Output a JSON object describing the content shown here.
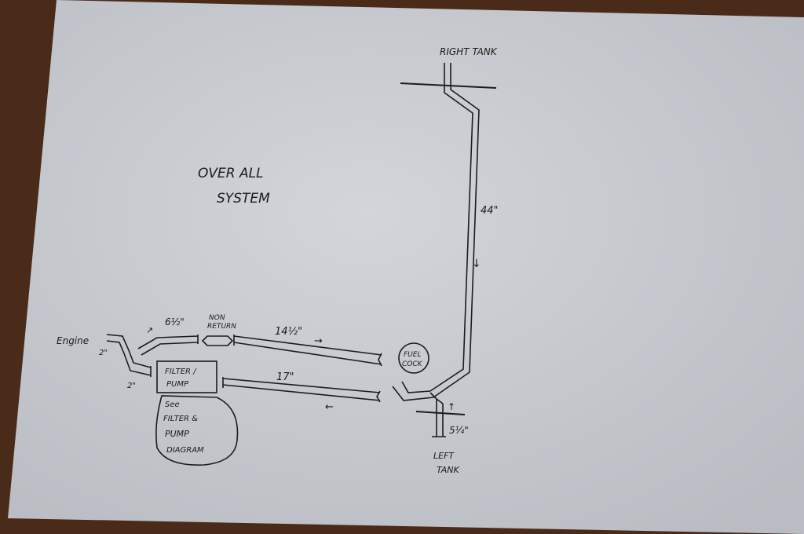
{
  "title": {
    "line1": "OVER ALL",
    "line2": "SYSTEM"
  },
  "labels": {
    "right_tank": "RIGHT TANK",
    "left_tank_line1": "LEFT",
    "left_tank_line2": "TANK",
    "engine": "Engine",
    "non_return_line1": "NON",
    "non_return_line2": "RETURN",
    "filter_pump_line1": "FILTER /",
    "filter_pump_line2": "PUMP",
    "fuel_cock_line1": "FUEL",
    "fuel_cock_line2": "COCK",
    "see_note": [
      "See",
      "FILTER &",
      "PUMP",
      "DIAGRAM"
    ]
  },
  "measurements": {
    "right_tank_pipe": "44\"",
    "upper_pipe": "14½\"",
    "lower_pipe": "17\"",
    "short_pipe": "6½\"",
    "engine_upper": "2\"",
    "engine_lower": "2\"",
    "left_tank_pipe": "5¼\""
  },
  "colors": {
    "paper": "#c9ccd1",
    "ink": "#1c1c1c",
    "table": "#4a2a18"
  }
}
